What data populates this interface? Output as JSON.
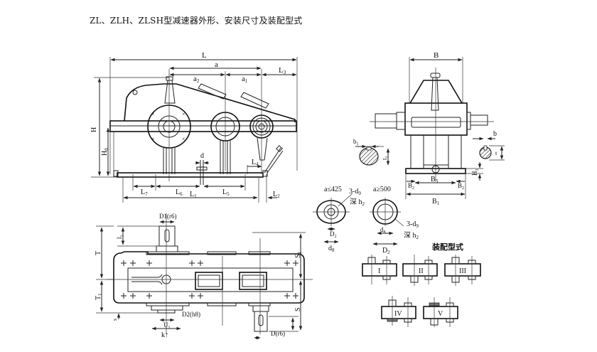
{
  "title": "ZL、ZLH、ZLSH型减速器外形、安装尺寸及装配型式",
  "front_view": {
    "dims": {
      "L": "L",
      "a": "a",
      "a2": "a",
      "a2_sub": "2",
      "a1": "a",
      "a1_sub": "1",
      "L3": "L",
      "L3_sub": "3",
      "H": "H",
      "H0": "H",
      "H0_sub": "0",
      "d": "d",
      "L4": "L",
      "L4_sub": "4",
      "L7a": "L",
      "L7a_sub": "7",
      "L6": "L",
      "L6_sub": "6",
      "L5": "L",
      "L5_sub": "5",
      "L1": "L",
      "L1_sub": "1",
      "L2": "L",
      "L2_sub": "2"
    }
  },
  "side_view": {
    "dims": {
      "B": "B",
      "b1": "b",
      "b1_sub": "1",
      "t1": "t",
      "t1_sub": "1",
      "b": "b",
      "t": "t",
      "H1": "H",
      "H1_sub": "1",
      "B2a": "B",
      "B2a_sub": "2",
      "B3": "B",
      "B3_sub": "3",
      "B2b": "B",
      "B2b_sub": "2",
      "B1": "B",
      "B1_sub": "1"
    }
  },
  "hole_details": [
    {
      "condition": "a≤425",
      "note1": "3-d",
      "note1_sub": "9",
      "note2": "深 h",
      "note2_sub": "2",
      "inner": "D",
      "inner_sub": "2",
      "outer": "d",
      "outer_sub": "8"
    },
    {
      "condition": "a≥500",
      "note1": "3-d",
      "note1_sub": "9",
      "note2": "深 h",
      "note2_sub": "2",
      "inner": "d",
      "inner_sub": "8",
      "outer": "D",
      "outer_sub": "2"
    }
  ],
  "top_view": {
    "dims": {
      "D1": "D1(r6)",
      "l1": "l",
      "l1_sub": "1",
      "T": "T",
      "T1": "T",
      "T1_sub": "1",
      "s": "s",
      "U1": "U",
      "U1_sub": "1",
      "k": "k↑",
      "D2": "D2(h8)",
      "S1": "S",
      "S1_sub": "1",
      "S": "S",
      "D": "D(r6)"
    }
  },
  "assembly": {
    "heading": "装配型式",
    "types": [
      "I",
      "II",
      "III",
      "IV",
      "V"
    ]
  }
}
